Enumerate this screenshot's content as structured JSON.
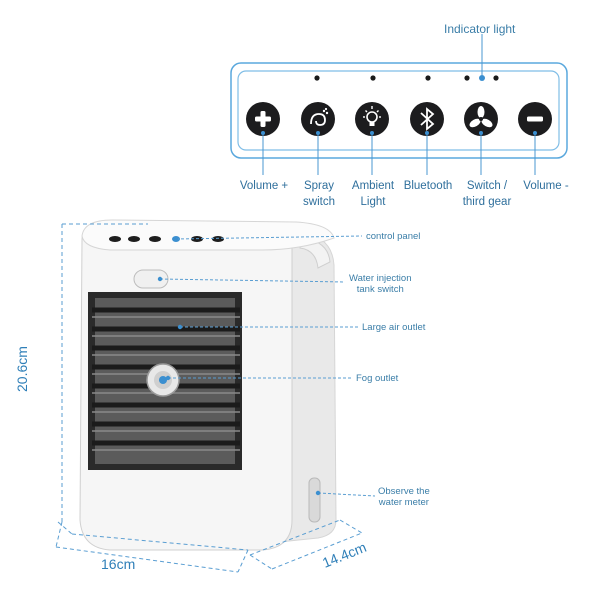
{
  "panel": {
    "indicator_label": "Indicator light",
    "buttons": [
      {
        "icon": "plus-icon",
        "label": "Volume +"
      },
      {
        "icon": "spray-icon",
        "label_line1": "Spray",
        "label_line2": "switch"
      },
      {
        "icon": "lightbulb-icon",
        "label_line1": "Ambient",
        "label_line2": "Light"
      },
      {
        "icon": "bluetooth-icon",
        "label": "Bluetooth"
      },
      {
        "icon": "fan-icon",
        "label_line1": "Switch /",
        "label_line2": "third gear"
      },
      {
        "icon": "minus-icon",
        "label": "Volume -"
      }
    ]
  },
  "callouts": {
    "control_panel": "control panel",
    "water_injection_line1": "Water injection",
    "water_injection_line2": "tank switch",
    "air_outlet": "Large air outlet",
    "fog_outlet": "Fog outlet",
    "observe_line1": "Observe the",
    "observe_line2": "water meter"
  },
  "dimensions": {
    "height": "20.6cm",
    "width": "16cm",
    "depth": "14.4cm"
  },
  "colors": {
    "accent": "#3b8fd0",
    "button_fill": "#1c1c1e",
    "body": "#f4f4f4"
  }
}
